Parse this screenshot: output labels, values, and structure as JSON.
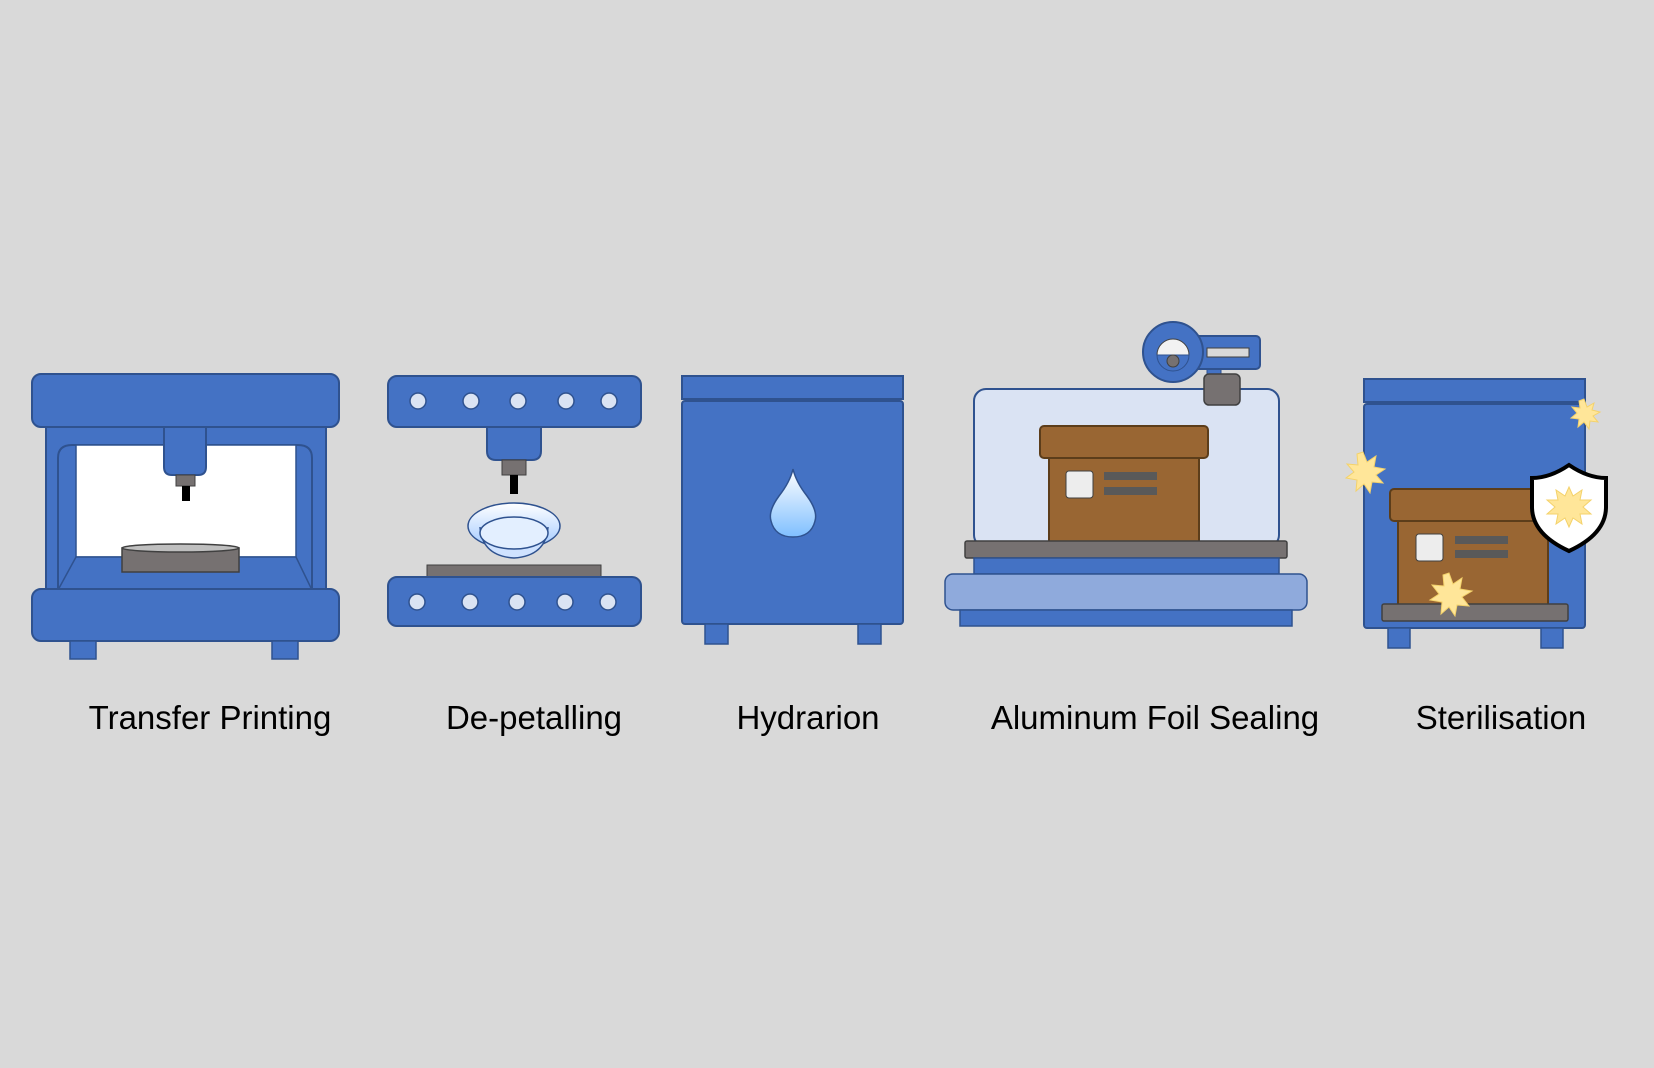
{
  "steps": [
    {
      "label": "Transfer Printing",
      "icon": "press-machine-icon"
    },
    {
      "label": "De-petalling",
      "icon": "lens-demolding-icon"
    },
    {
      "label": "Hydrarion",
      "icon": "water-drop-cabinet-icon"
    },
    {
      "label": "Aluminum Foil Sealing",
      "icon": "foil-sealing-machine-icon"
    },
    {
      "label": "Sterilisation",
      "icon": "sterilisation-shield-icon"
    }
  ],
  "colors": {
    "machine_blue": "#4472c4",
    "outline": "#2f528f",
    "gray": "#767171",
    "box_brown": "#996633",
    "light_blue": "#dae3f3",
    "spark_yellow": "#ffe699",
    "background": "#d9d9d9"
  }
}
